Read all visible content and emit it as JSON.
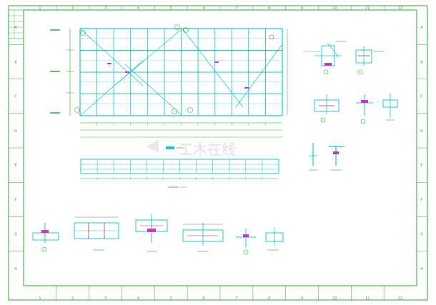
{
  "sheet": {
    "col_labels": [
      "1",
      "2",
      "3",
      "4",
      "5",
      "6",
      "7",
      "8",
      "9",
      "10",
      "11",
      "12"
    ],
    "row_labels": [
      "A",
      "B",
      "C",
      "D",
      "E",
      "F",
      "G",
      "H"
    ]
  },
  "watermark": {
    "text": "工木在线"
  },
  "colors": {
    "frame": "#22b022",
    "member": "#18c8c8",
    "dimension": "#22b022",
    "note": "#d030d0",
    "mark": "#d02020",
    "watermark": "#e6e6e6"
  }
}
